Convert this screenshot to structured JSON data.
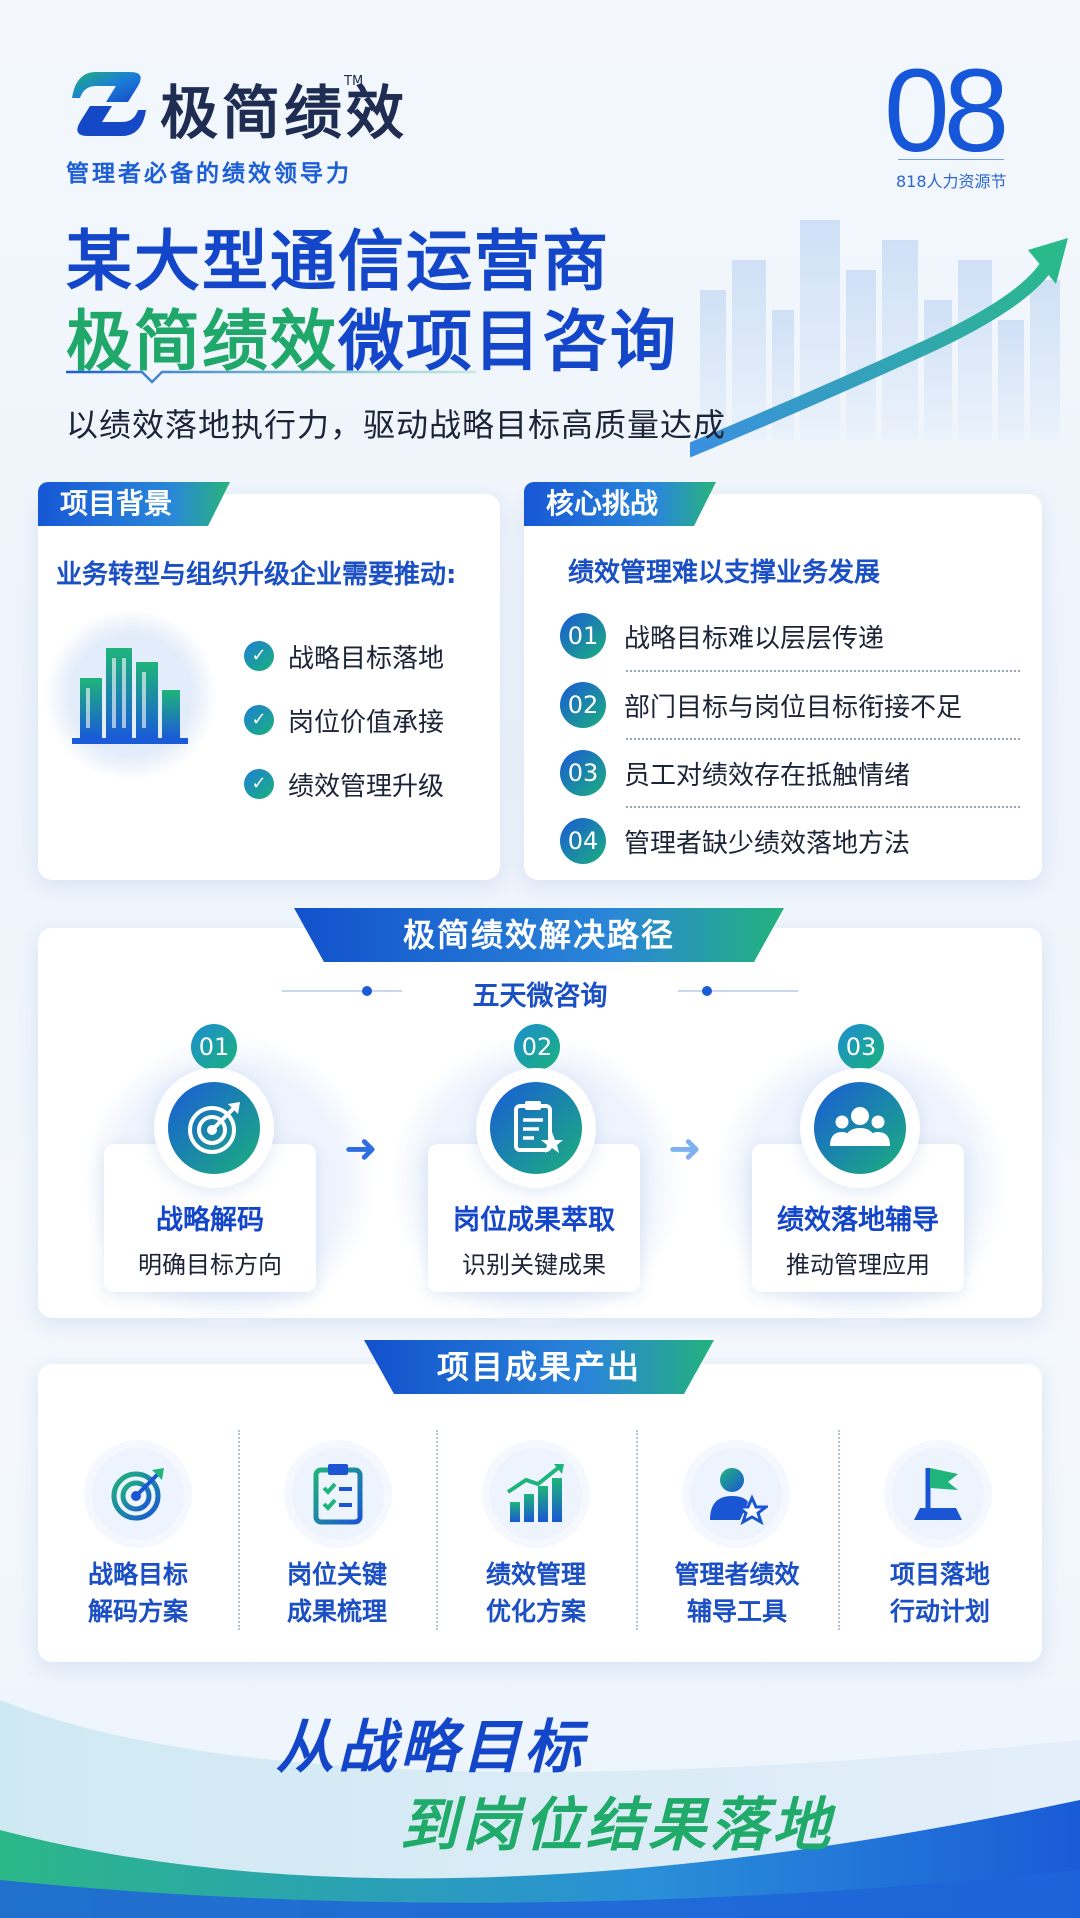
{
  "brand": {
    "name": "极简绩效",
    "tm": "TM",
    "slogan": "管理者必备的绩效领导力"
  },
  "issue": {
    "number": "08",
    "festival": "818人力资源节"
  },
  "title": {
    "line1": "某大型通信运营商",
    "line2_green": "极简绩效",
    "line2_blue": "微项目咨询"
  },
  "subtitle": "以绩效落地执行力，驱动战略目标高质量达成",
  "background": {
    "tag": "项目背景",
    "heading": "业务转型与组织升级企业需要推动:",
    "items": [
      "战略目标落地",
      "岗位价值承接",
      "绩效管理升级"
    ],
    "icon": "buildings-icon"
  },
  "challenges": {
    "tag": "核心挑战",
    "heading": "绩效管理难以支撑业务发展",
    "items": [
      {
        "num": "01",
        "text": "战略目标难以层层传递"
      },
      {
        "num": "02",
        "text": "部门目标与岗位目标衔接不足"
      },
      {
        "num": "03",
        "text": "员工对绩效存在抵触情绪"
      },
      {
        "num": "04",
        "text": "管理者缺少绩效落地方法"
      }
    ]
  },
  "path": {
    "banner": "极简绩效解决路径",
    "subheading": "五天微咨询",
    "steps": [
      {
        "num": "01",
        "title": "战略解码",
        "sub": "明确目标方向",
        "icon": "target-icon"
      },
      {
        "num": "02",
        "title": "岗位成果萃取",
        "sub": "识别关键成果",
        "icon": "clipboard-star-icon"
      },
      {
        "num": "03",
        "title": "绩效落地辅导",
        "sub": "推动管理应用",
        "icon": "team-icon"
      }
    ]
  },
  "outputs": {
    "banner": "项目成果产出",
    "items": [
      {
        "line1": "战略目标",
        "line2": "解码方案",
        "icon": "target-icon"
      },
      {
        "line1": "岗位关键",
        "line2": "成果梳理",
        "icon": "checklist-icon"
      },
      {
        "line1": "绩效管理",
        "line2": "优化方案",
        "icon": "bar-chart-icon"
      },
      {
        "line1": "管理者绩效",
        "line2": "辅导工具",
        "icon": "user-star-icon"
      },
      {
        "line1": "项目落地",
        "line2": "行动计划",
        "icon": "flag-icon"
      }
    ]
  },
  "closing": {
    "line1": "从战略目标",
    "line2": "到岗位结果落地"
  },
  "colors": {
    "blue": "#1346c9",
    "green": "#1fa86a",
    "accent": "#1656d8"
  }
}
